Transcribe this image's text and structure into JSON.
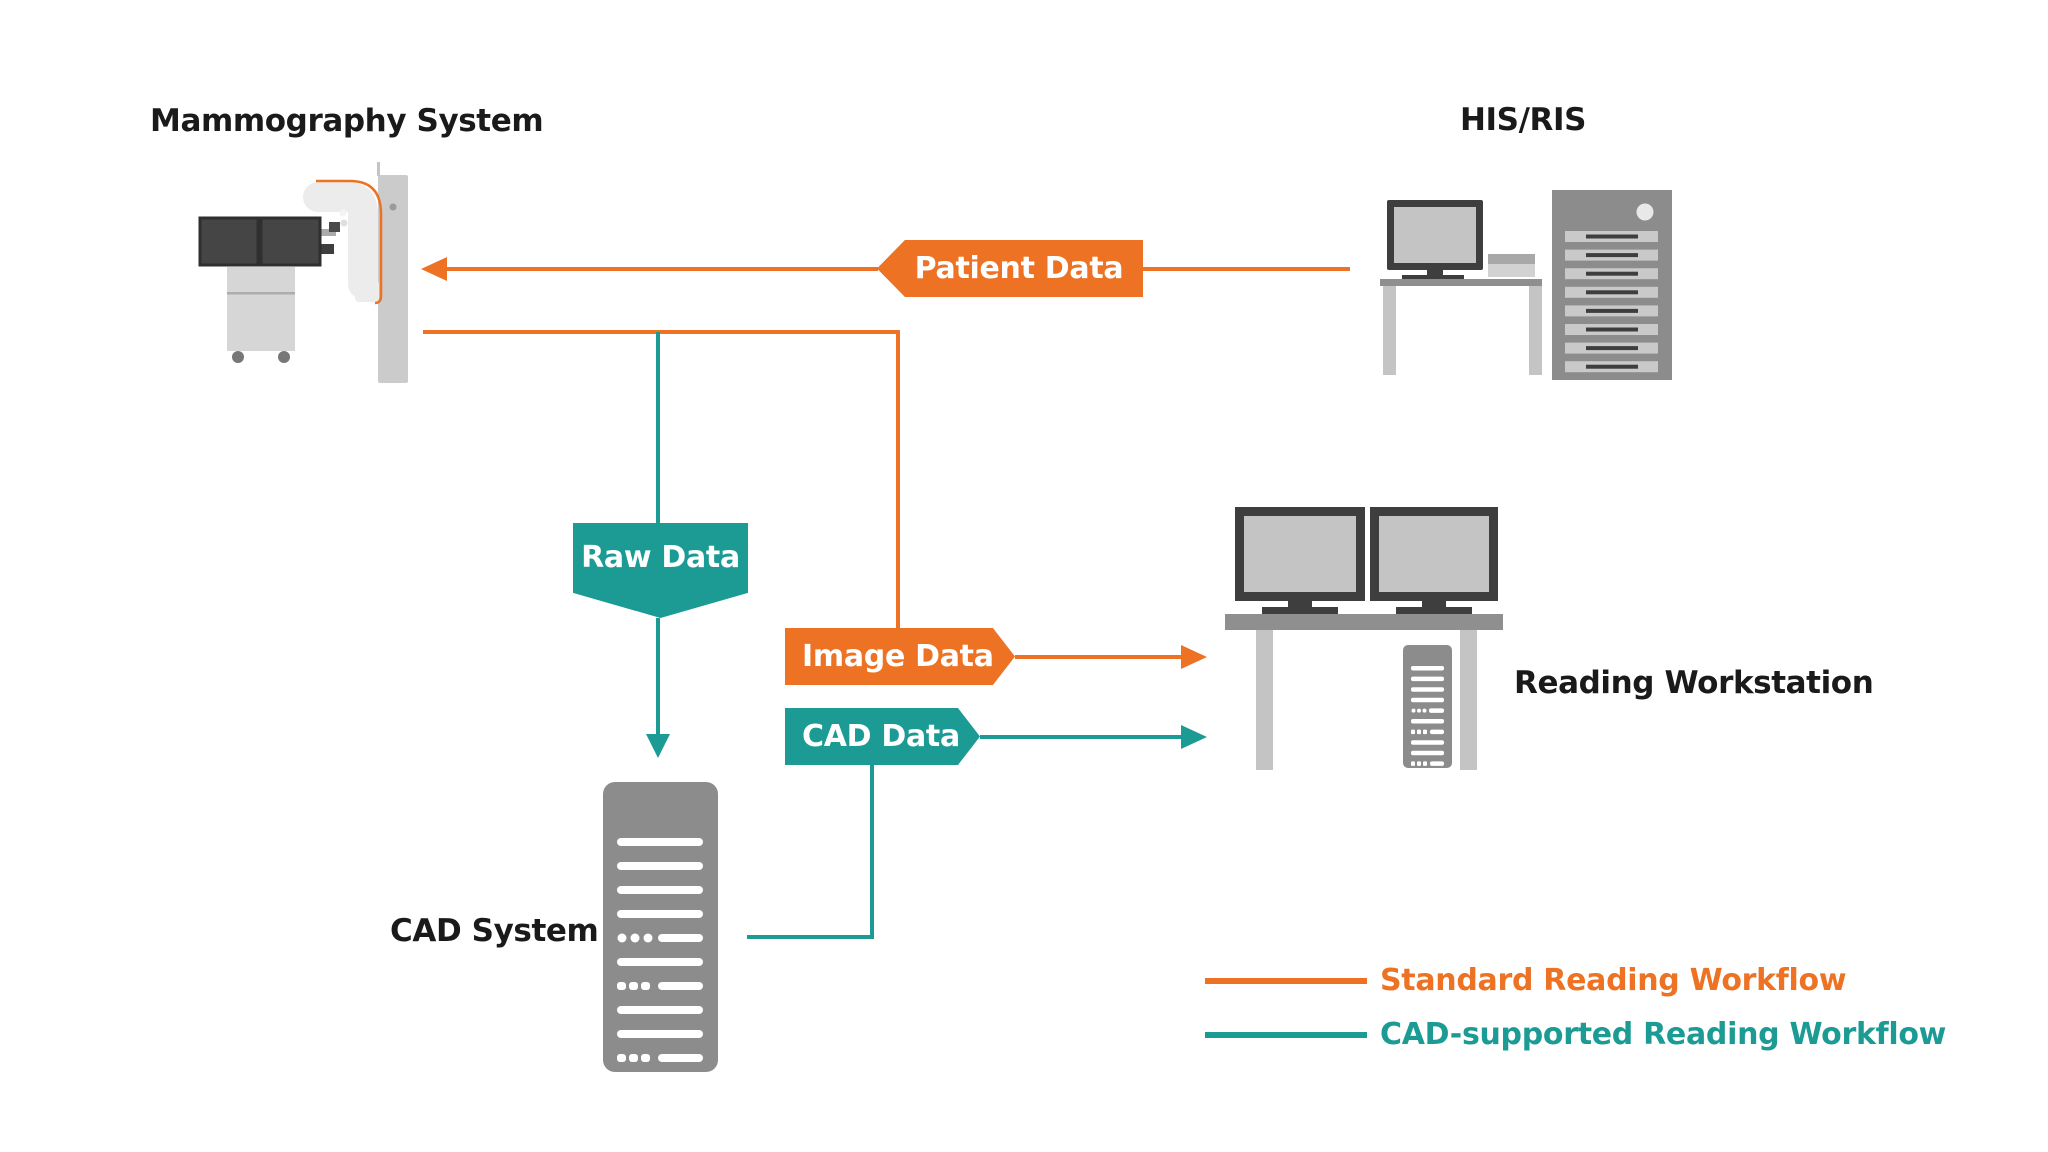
{
  "diagram": {
    "nodes": {
      "mammography": {
        "label": "Mammography System",
        "icon": "mammography-machine"
      },
      "his_ris": {
        "label": "HIS/RIS",
        "icon": "desktop-computer-and-server-tower"
      },
      "cad_system": {
        "label": "CAD System",
        "icon": "server-tower"
      },
      "reading_workstation": {
        "label": "Reading Workstation",
        "icon": "dual-monitor-desk-with-tower"
      }
    },
    "flows": {
      "patient_data": {
        "label": "Patient Data",
        "from": "HIS/RIS",
        "to": "Mammography System",
        "workflow": "standard"
      },
      "raw_data": {
        "label": "Raw Data",
        "from": "Mammography System",
        "to": "CAD System",
        "workflow": "cad-supported"
      },
      "image_data": {
        "label": "Image Data",
        "from": "Mammography System",
        "to": "Reading Workstation",
        "workflow": "standard"
      },
      "cad_data": {
        "label": "CAD Data",
        "from": "CAD System",
        "to": "Reading Workstation",
        "workflow": "cad-supported"
      }
    },
    "legend": {
      "items": [
        {
          "label": "Standard Reading Workflow",
          "color": "#ED7223"
        },
        {
          "label": "CAD-supported Reading Workflow",
          "color": "#1B9B94"
        }
      ]
    },
    "colors": {
      "standard_workflow": "#ED7223",
      "cad_workflow": "#1B9B94",
      "background": "#FFFFFF",
      "label_text": "#1A1A1A"
    }
  }
}
